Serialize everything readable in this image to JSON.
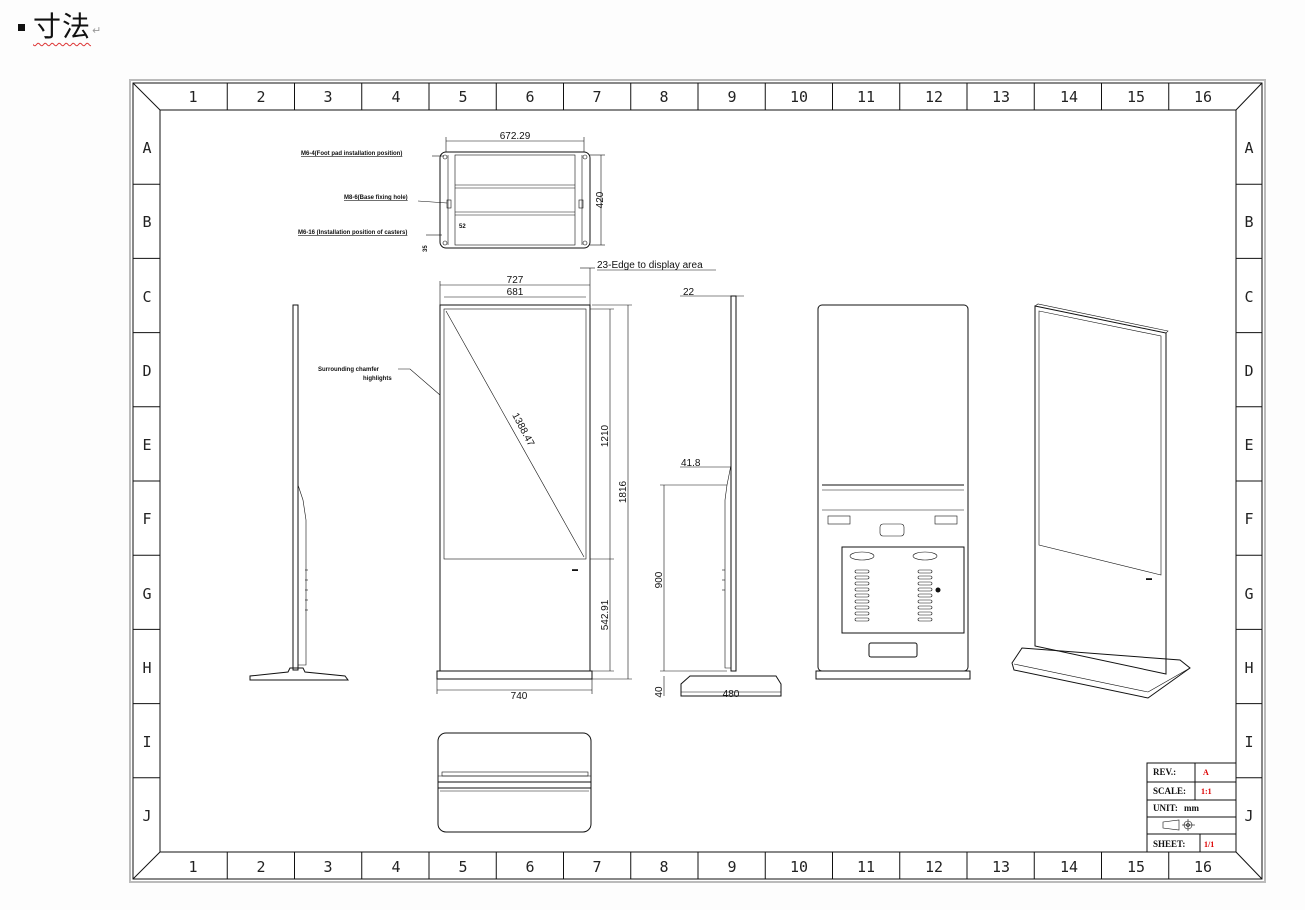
{
  "heading": {
    "text": "寸法",
    "mark": "↵"
  },
  "frame": {
    "columns": [
      "1",
      "2",
      "3",
      "4",
      "5",
      "6",
      "7",
      "8",
      "9",
      "10",
      "11",
      "12",
      "13",
      "14",
      "15",
      "16"
    ],
    "rows": [
      "A",
      "B",
      "C",
      "D",
      "E",
      "F",
      "G",
      "H",
      "I",
      "J"
    ]
  },
  "top_view": {
    "width": "672.29",
    "depth": "420",
    "hole_offset": "52",
    "caster_offset": "35",
    "foot_pad": "M6-4(Foot pad installation position)",
    "base_hole": "M8-6(Base fixing hole)",
    "casters": "M6-16 (Installation position of casters)"
  },
  "front_view": {
    "edge_note": "23-Edge to display area",
    "overall_width": "727",
    "display_width": "681",
    "diagonal": "1388.47",
    "display_height": "1210",
    "total_height": "1816",
    "lower_height": "542.91",
    "base_width": "740",
    "base_height": "40",
    "chamfer_line1": "Surrounding chamfer",
    "chamfer_line2": "highlights"
  },
  "side_view": {
    "thickness": "22",
    "body_depth": "41.8",
    "lower": "900",
    "base_depth": "480"
  },
  "title_block": {
    "rev_label": "REV.:",
    "rev_value": "A",
    "scale_label": "SCALE:",
    "scale_value": "1:1",
    "unit_label": "UNIT:",
    "unit_value": "mm",
    "sheet_label": "SHEET:",
    "sheet_value": "1/1"
  }
}
